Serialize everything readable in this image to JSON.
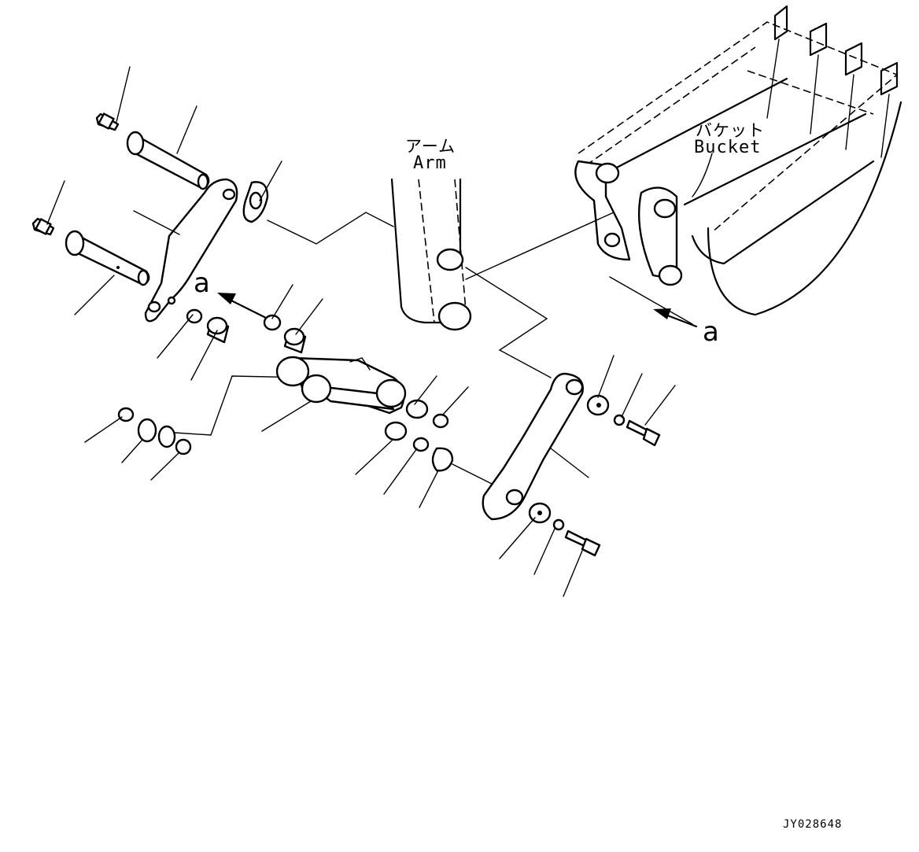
{
  "labels": {
    "arm_jp": "アーム",
    "arm_en": "Arm",
    "bucket_jp": "バケット",
    "bucket_en": "Bucket",
    "view_a_top": "a",
    "view_a_right": "a",
    "drawing_id": "JY028648"
  }
}
